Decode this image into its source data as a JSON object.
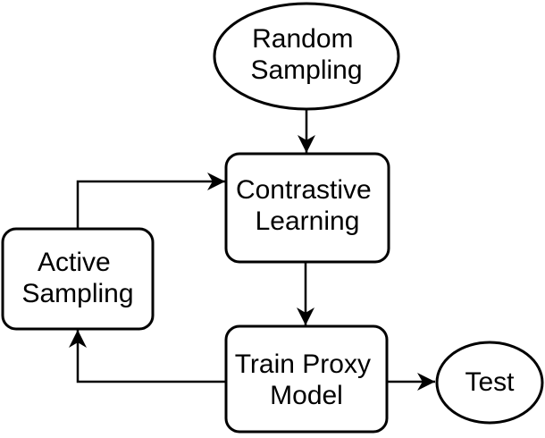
{
  "diagram": {
    "type": "flowchart",
    "background_color": "#ffffff",
    "stroke_color": "#000000",
    "text_color": "#000000",
    "nodes": {
      "random_sampling": {
        "shape": "ellipse",
        "label": "Random Sampling",
        "lines": [
          "Random",
          "Sampling"
        ]
      },
      "contrastive_learning": {
        "shape": "rounded-rectangle",
        "label": "Contrastive Learning",
        "lines": [
          "Contrastive",
          "Learning"
        ]
      },
      "active_sampling": {
        "shape": "rounded-rectangle",
        "label": "Active Sampling",
        "lines": [
          "Active",
          "Sampling"
        ]
      },
      "train_proxy_model": {
        "shape": "rounded-rectangle",
        "label": "Train Proxy Model",
        "lines": [
          "Train Proxy",
          "Model"
        ]
      },
      "test": {
        "shape": "ellipse",
        "label": "Test",
        "lines": [
          "Test"
        ]
      }
    },
    "edges": [
      {
        "from": "Random Sampling",
        "to": "Contrastive Learning",
        "direction": "down"
      },
      {
        "from": "Contrastive Learning",
        "to": "Train Proxy Model",
        "direction": "down"
      },
      {
        "from": "Train Proxy Model",
        "to": "Test",
        "direction": "right"
      },
      {
        "from": "Train Proxy Model",
        "to": "Active Sampling",
        "direction": "left-then-up"
      },
      {
        "from": "Active Sampling",
        "to": "Contrastive Learning",
        "direction": "up-then-right"
      }
    ]
  }
}
